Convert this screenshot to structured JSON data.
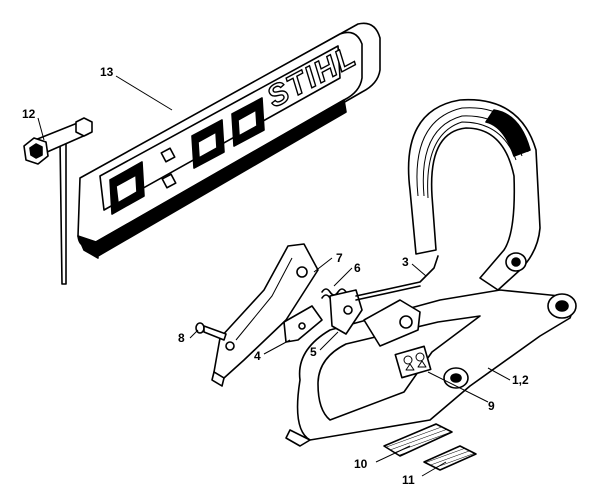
{
  "brand_logo": "STIHL",
  "callouts": {
    "c1_2": "1,2",
    "c3": "3",
    "c4": "4",
    "c5": "5",
    "c6": "6",
    "c7": "7",
    "c8": "8",
    "c9": "9",
    "c10": "10",
    "c11": "11",
    "c12": "12",
    "c13": "13"
  },
  "colors": {
    "ink": "#000000",
    "paper": "#ffffff",
    "shade": "#9a9a9a"
  }
}
